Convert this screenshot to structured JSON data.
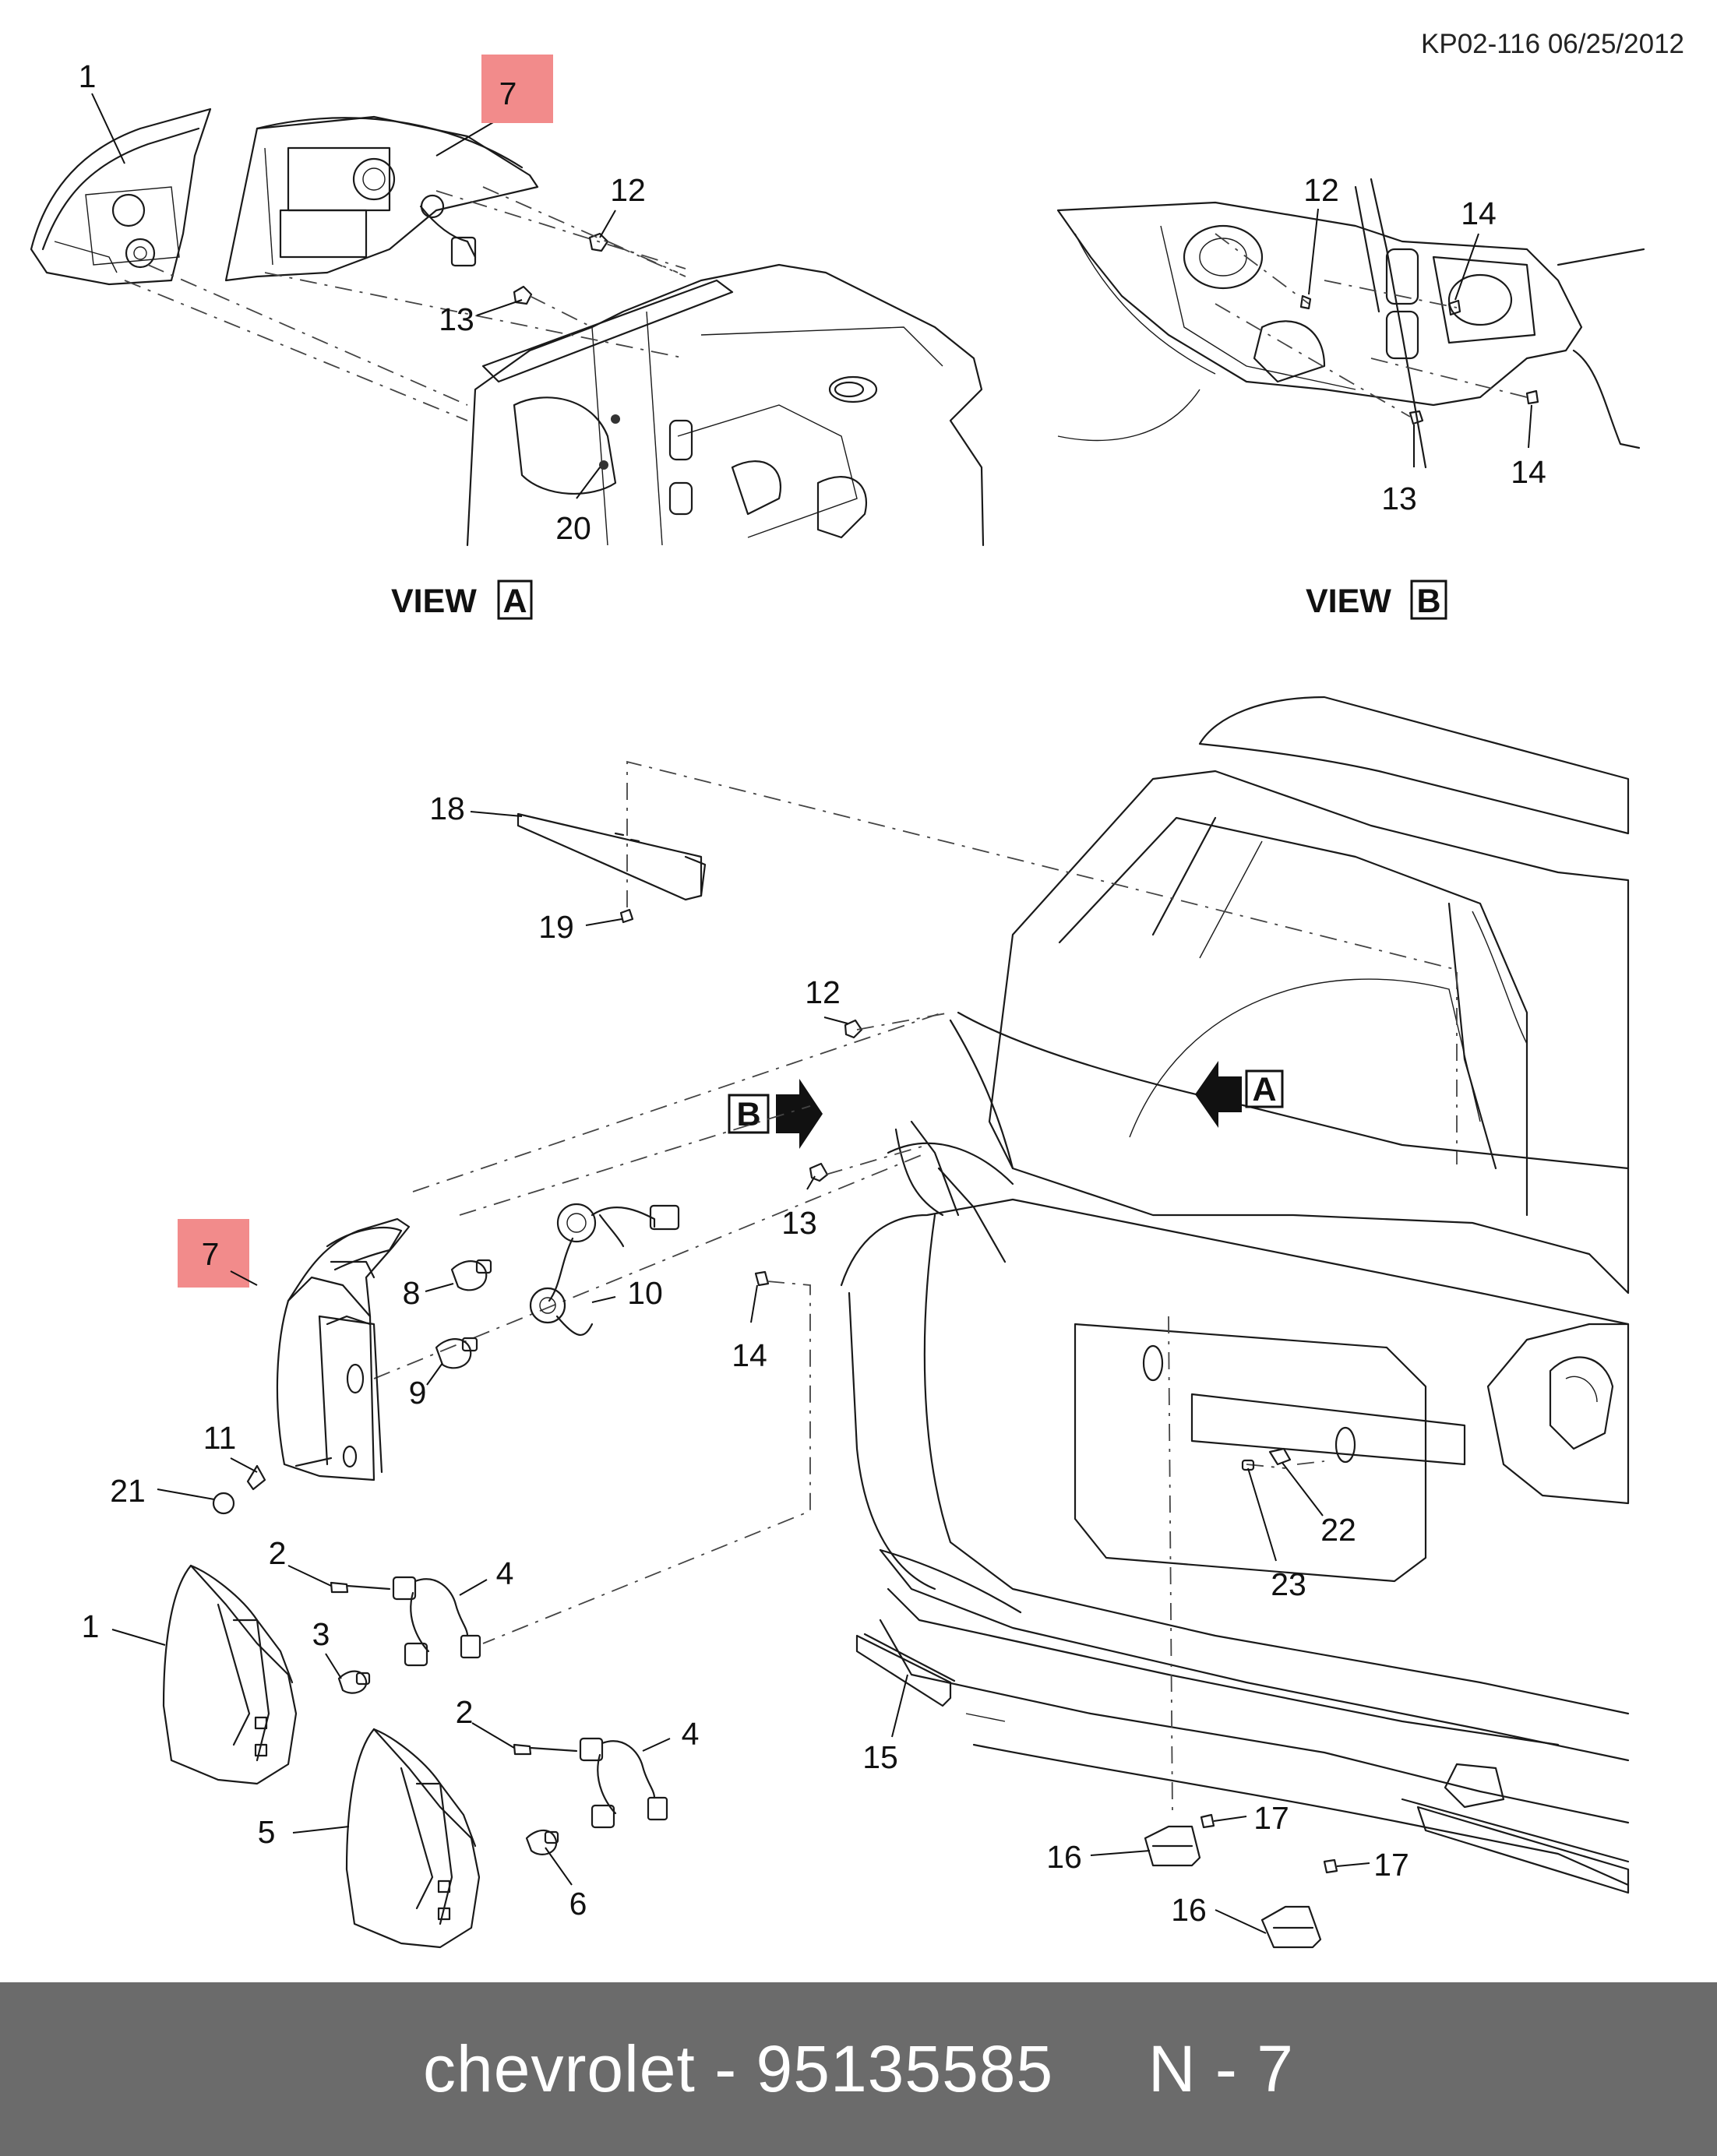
{
  "header": {
    "doc_id": "KP02-116 06/25/2012"
  },
  "views": {
    "a": {
      "word": "VIEW",
      "letter": "A"
    },
    "b": {
      "word": "VIEW",
      "letter": "B"
    }
  },
  "direction_markers": {
    "b": "B",
    "a": "A"
  },
  "callouts": {
    "va_1": "1",
    "va_7": "7",
    "va_12": "12",
    "va_13": "13",
    "va_20": "20",
    "vb_12": "12",
    "vb_14": "14",
    "vb_13": "13",
    "vb_14b": "14",
    "m_18": "18",
    "m_19": "19",
    "m_12": "12",
    "m_13": "13",
    "m_14": "14",
    "m_7": "7",
    "m_8": "8",
    "m_10": "10",
    "m_9": "9",
    "m_11": "11",
    "m_21": "21",
    "m_2a": "2",
    "m_4a": "4",
    "m_1": "1",
    "m_3": "3",
    "m_2b": "2",
    "m_4b": "4",
    "m_5": "5",
    "m_6": "6",
    "m_15": "15",
    "m_22": "22",
    "m_23": "23",
    "m_17a": "17",
    "m_16a": "16",
    "m_17b": "17",
    "m_16b": "16"
  },
  "highlight_color": "#f28b8b",
  "footer": {
    "text": "chevrolet - 95135585     N - 7"
  }
}
